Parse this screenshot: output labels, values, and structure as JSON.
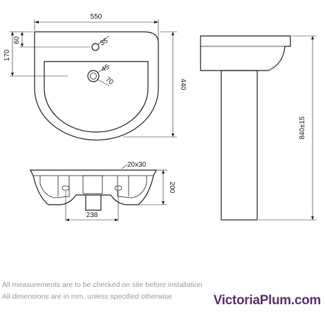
{
  "dimensions": {
    "top_width": "550",
    "rear_depth": "170",
    "tap_offset": "60",
    "tap_hole": "35",
    "waste_hole": "45",
    "waste_offset": "70",
    "basin_depth": "440",
    "bracket_size": "20x30",
    "bracket_height": "200",
    "bracket_spacing": "238",
    "overall_height": "840±15"
  },
  "notes": [
    "All measurements are to be checked on site before installation",
    "All dimensions are in mm. unless specified otherwise"
  ],
  "brand": {
    "name": "VictoriaPlum.com",
    "color": "#5b2d6e"
  }
}
